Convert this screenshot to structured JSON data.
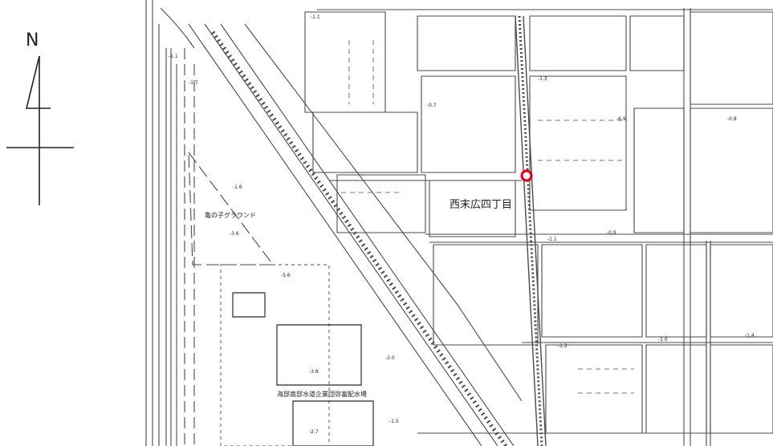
{
  "compass": {
    "label": "N",
    "icon": "north-arrow-icon"
  },
  "map": {
    "district_label": "西末広四丁目",
    "ground_label": "亀の子グラウンド",
    "facility_label": "海部南部水道企業団弥富配水場",
    "marker": {
      "icon": "location-pin-icon",
      "color": "#e0001a"
    },
    "spot_heights": [
      "-1.1",
      "-0.7",
      "-6.9",
      "-1.6",
      "-1.1",
      "-1.2",
      "-1.0",
      "-0.9",
      "-1.3",
      "-1.5",
      "-2.7",
      "-3.8",
      "-0.8",
      "-1.4",
      "-5.6",
      "-3.6",
      "-3.0",
      "-1.1",
      "-1.7"
    ]
  },
  "colors": {
    "line": "#4a4a4a",
    "paper": "#ffffff",
    "marker": "#e0001a"
  }
}
